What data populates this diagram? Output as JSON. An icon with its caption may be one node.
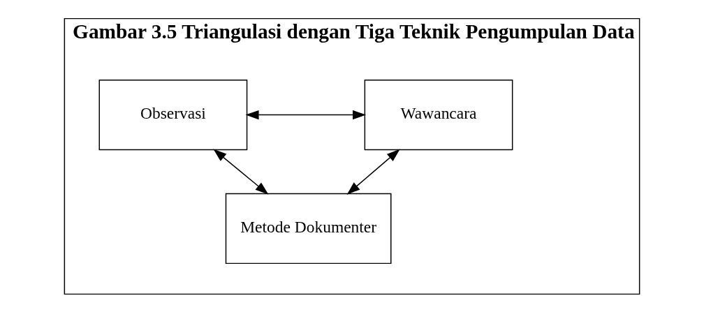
{
  "diagram": {
    "nodes": [
      {
        "text": [
          "Gambar 3.5 Triangulasi dengan Tiga Teknik Pengumpulan Data"
        ]
      },
      {
        "text": [
          "Wawancara"
        ],
        "in": 0
      },
      {
        "text": [
          "Observasi"
        ],
        "in": 0
      },
      {
        "text": [
          "Metode Dokumenter"
        ],
        "in": 0
      }
    ],
    "edges": [
      {
        "from": 1,
        "to": 2,
        "arrow": "both"
      },
      {
        "from": 1,
        "to": 3,
        "arrow": "both"
      },
      {
        "from": 3,
        "to": 2,
        "arrow": "both"
      }
    ]
  }
}
